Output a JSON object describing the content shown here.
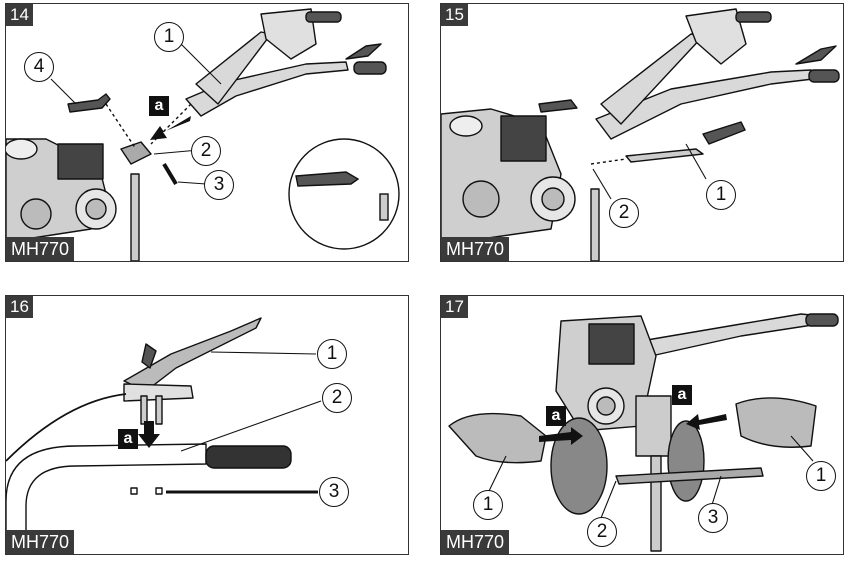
{
  "panels": [
    {
      "number": "14",
      "model": "MH770",
      "callouts": [
        "1",
        "4",
        "2",
        "3"
      ],
      "arrow_label": "a"
    },
    {
      "number": "15",
      "model": "MH770",
      "callouts": [
        "1",
        "2"
      ]
    },
    {
      "number": "16",
      "model": "MH770",
      "callouts": [
        "1",
        "2",
        "3"
      ],
      "arrow_label": "a"
    },
    {
      "number": "17",
      "model": "MH770",
      "callouts": [
        "1",
        "1",
        "2",
        "3"
      ],
      "arrow_labels": [
        "a",
        "a"
      ]
    }
  ],
  "colors": {
    "label_bg": "#3a3a3a",
    "line": "#111111",
    "part_fill": "#d9d9d9"
  }
}
